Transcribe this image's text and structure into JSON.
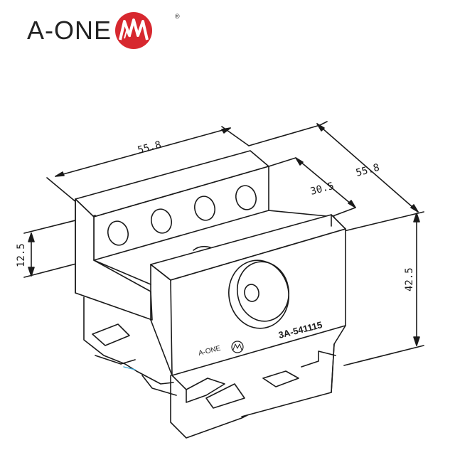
{
  "brand": {
    "name": "A-ONE",
    "registered": "®",
    "accent": "#d7282f"
  },
  "dimensions": {
    "length": "55.8",
    "width_total": "55.8",
    "slot_width": "30.5",
    "height": "42.5",
    "slot_depth": "12.5"
  },
  "part": {
    "code": "3A-541115",
    "engraved_brand": "A-ONE"
  },
  "colors": {
    "line": "#1a1a1a",
    "hint": "#3aa6d6"
  }
}
